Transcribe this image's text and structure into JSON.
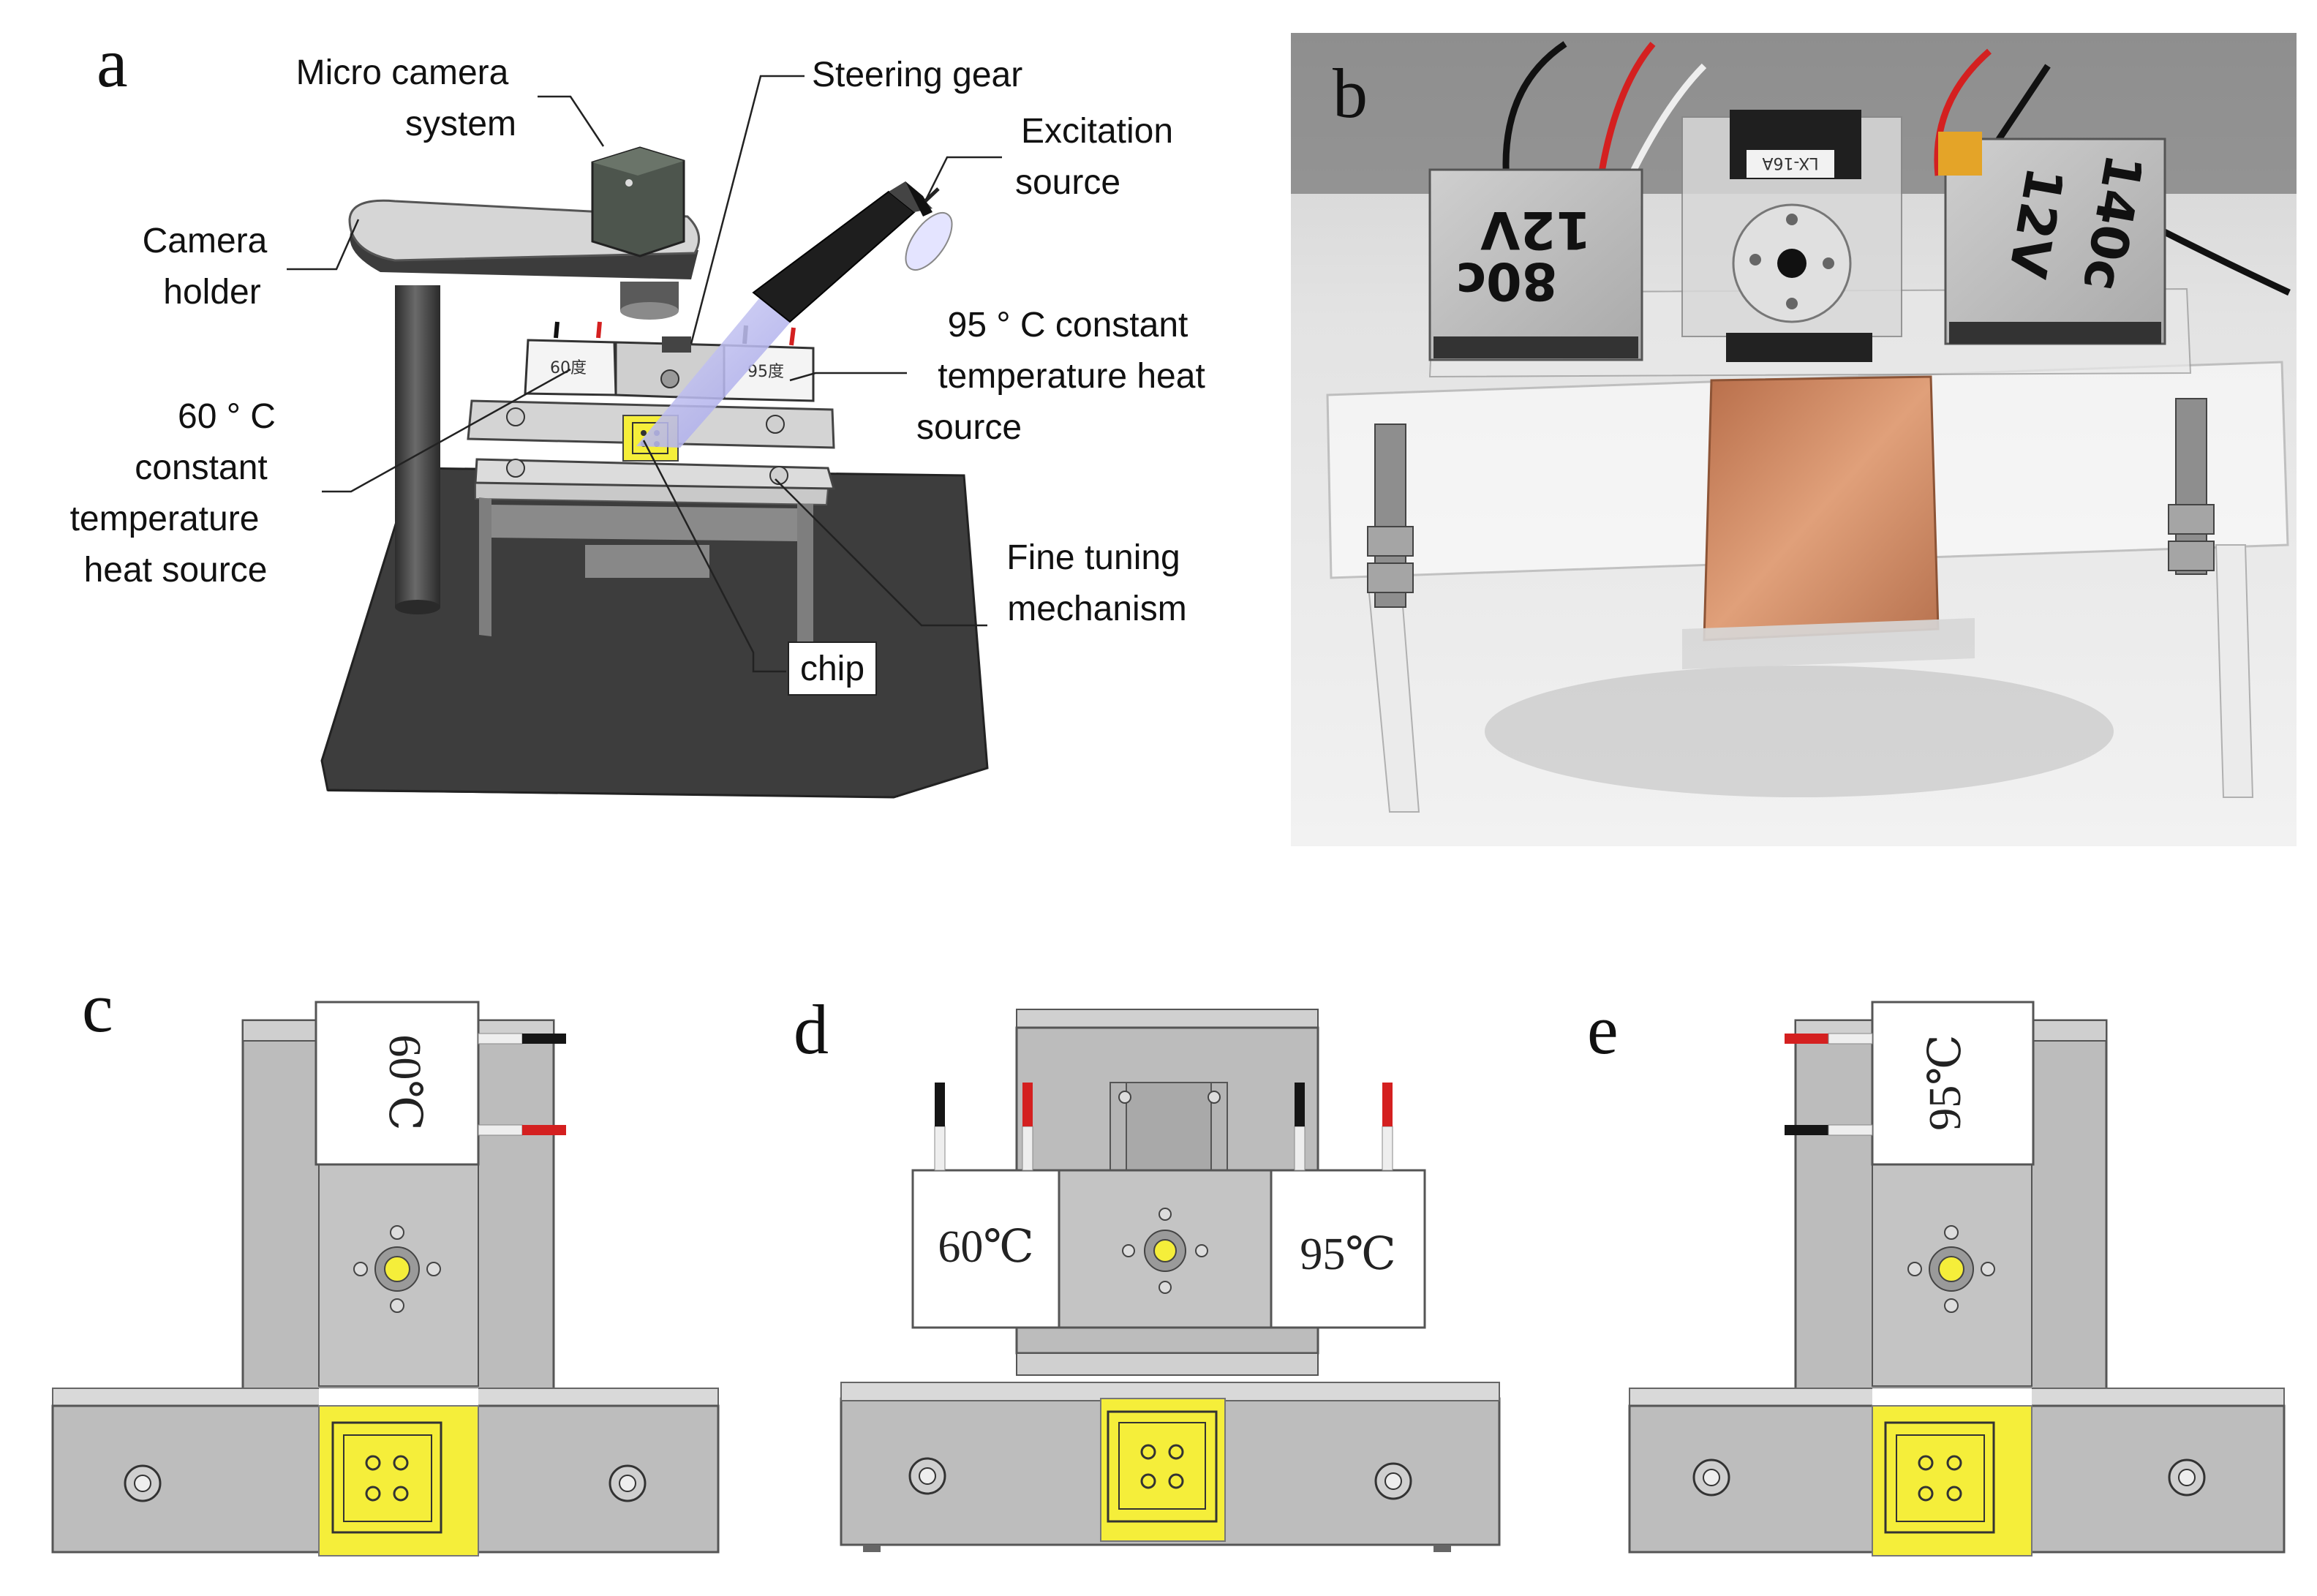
{
  "panels": {
    "a": {
      "letter": "a",
      "labels": {
        "micro_camera_1": "Micro camera",
        "micro_camera_2": "system",
        "steering_gear": "Steering gear",
        "excitation_1": "Excitation",
        "excitation_2": "source",
        "camera_holder_1": "Camera",
        "camera_holder_2": "holder",
        "hot95_1": "95 ° C constant",
        "hot95_2": "temperature heat",
        "hot95_3": "source",
        "hot60_1": "60 ° C",
        "hot60_2": "constant",
        "hot60_3": "temperature",
        "hot60_4": "heat source",
        "fine_1": "Fine tuning",
        "fine_2": "mechanism",
        "chip": "chip"
      },
      "model_text": {
        "left_block": "60度",
        "right_block": "95度"
      }
    },
    "b": {
      "letter": "b",
      "photo_text": {
        "servo": "LX-16A",
        "left_note_1": "12V",
        "left_note_2": "80c",
        "right_note_1": "12V",
        "right_note_2": "140c"
      }
    },
    "c": {
      "letter": "c",
      "temp": "60℃"
    },
    "d": {
      "letter": "d",
      "temp_left": "60℃",
      "temp_right": "95℃"
    },
    "e": {
      "letter": "e",
      "temp": "95℃"
    }
  },
  "colors": {
    "chip_yellow": "#f5ee3a",
    "wire_red": "#d42020",
    "wire_black": "#151515",
    "copper": "#c8825c",
    "steel_gray": "#bdbdbd",
    "base_dark": "#3a3a3a",
    "beam_blue": "#b8b8f2"
  }
}
